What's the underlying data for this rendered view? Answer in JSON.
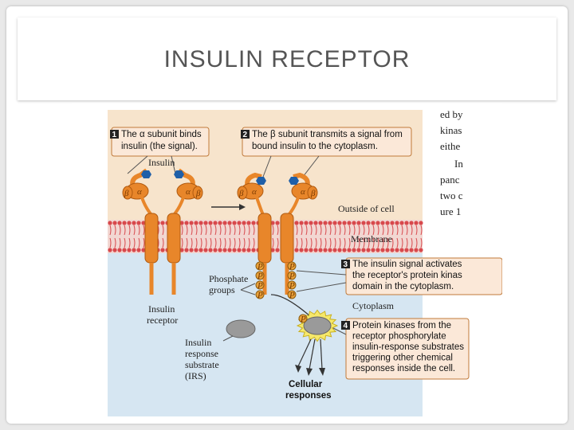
{
  "slide": {
    "title": "INSULIN RECEPTOR"
  },
  "diagram": {
    "steps": [
      {
        "number": "1",
        "lines": [
          "The α subunit binds",
          "insulin (the signal)."
        ]
      },
      {
        "number": "2",
        "lines": [
          "The β subunit transmits a signal from",
          "bound insulin to the cytoplasm."
        ]
      },
      {
        "number": "3",
        "lines": [
          "The insulin signal activates",
          "the receptor's protein kinas",
          "domain in the cytoplasm."
        ]
      },
      {
        "number": "4",
        "lines": [
          "Protein kinases from the",
          "receptor phosphorylate",
          "insulin-response substrates",
          "triggering other chemical",
          "responses inside the cell."
        ]
      }
    ],
    "labels": {
      "insulin": "Insulin",
      "outside": "Outside of cell",
      "membrane": "Membrane",
      "cytoplasm": "Cytoplasm",
      "phosphate": [
        "Phosphate",
        "groups"
      ],
      "receptor": [
        "Insulin",
        "receptor"
      ],
      "irs": [
        "Insulin",
        "response",
        "substrate",
        "(IRS)"
      ],
      "cellular": [
        "Cellular",
        "responses"
      ],
      "alpha": "α",
      "beta": "β",
      "p": "P"
    },
    "side_text": [
      "ed by",
      "kinas",
      "eithe",
      "In",
      "panc",
      "two c",
      "ure 1"
    ],
    "colors": {
      "outside_bg": "#f7e4cc",
      "cytoplasm_bg": "#d6e6f2",
      "membrane": "#d8484c",
      "receptor": "#e8862a",
      "insulin": "#1f5fa8",
      "step_box": "#fbe8d8",
      "step_border": "#c07a3a",
      "phosphate": "#e9a23a",
      "irs": "#9a9a9a"
    }
  }
}
